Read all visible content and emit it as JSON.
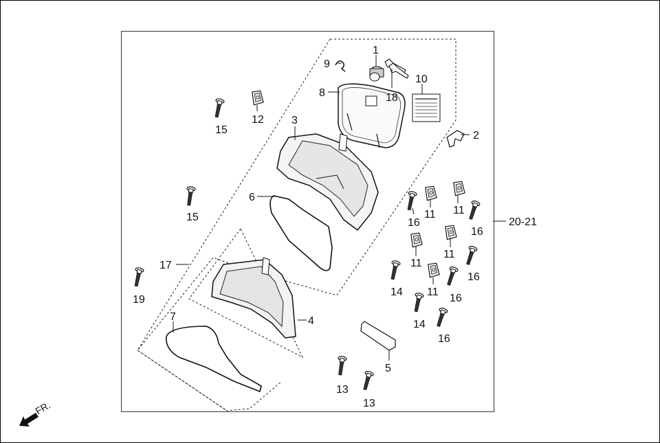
{
  "diagram": {
    "front_label": "FR.",
    "assembly_label": "20-21",
    "callouts": {
      "c1": "1",
      "c2": "2",
      "c3": "3",
      "c4": "4",
      "c5": "5",
      "c6": "6",
      "c7": "7",
      "c8": "8",
      "c9": "9",
      "c10": "10",
      "c11": "11",
      "c12": "12",
      "c13": "13",
      "c14": "14",
      "c15": "15",
      "c16": "16",
      "c17": "17",
      "c18": "18",
      "c19": "19"
    }
  }
}
